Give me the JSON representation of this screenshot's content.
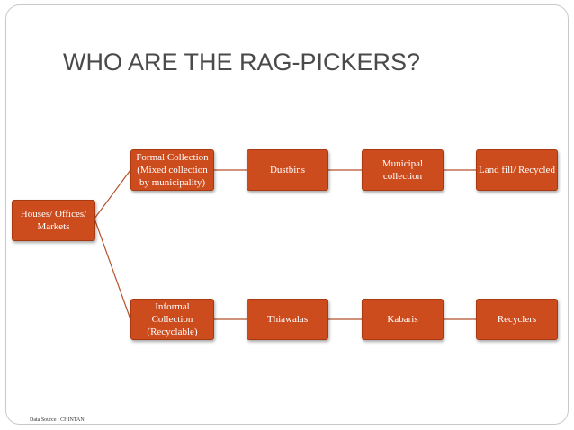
{
  "slide": {
    "title": "WHO ARE THE RAG-PICKERS?",
    "source_note": "Data Source : CHINTAN"
  },
  "diagram": {
    "root": {
      "label": "Houses/ Offices/ Markets"
    },
    "formal_branch": [
      {
        "label": "Formal Collection (Mixed collection by municipality)"
      },
      {
        "label": "Dustbins"
      },
      {
        "label": "Municipal collection"
      },
      {
        "label": "Land fill/ Recycled"
      }
    ],
    "informal_branch": [
      {
        "label": "Informal Collection (Recyclable)"
      },
      {
        "label": "Thiawalas"
      },
      {
        "label": "Kabaris"
      },
      {
        "label": "Recyclers"
      }
    ],
    "colors": {
      "node_fill": "#cd4c1e",
      "node_border": "#a83910",
      "connector": "#b5502a"
    }
  }
}
